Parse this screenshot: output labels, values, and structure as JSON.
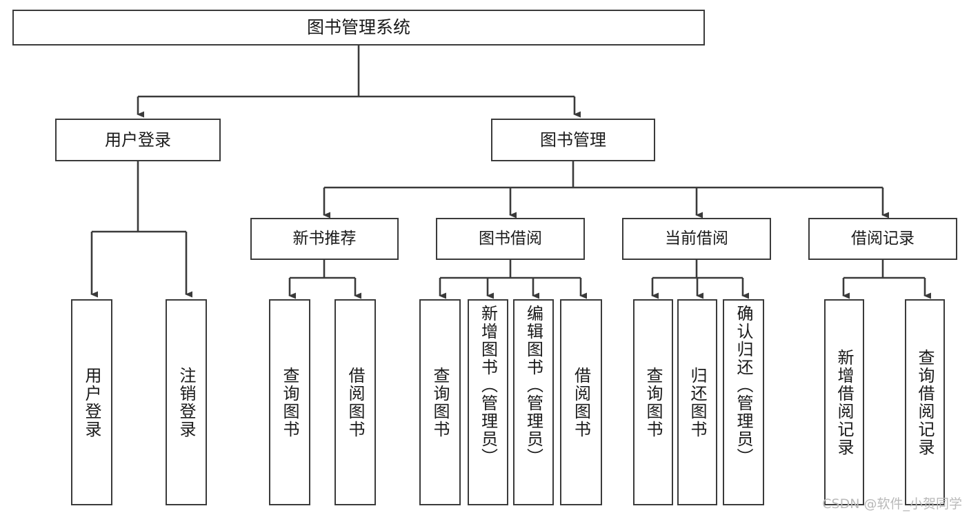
{
  "diagram": {
    "title": "图书管理系统",
    "watermark": "CSDN @软件_小贺同学",
    "line_color": "#3a3a3a",
    "text_color": "#1a1a1a",
    "background_color": "#ffffff",
    "root": {
      "label": "图书管理系统"
    },
    "level1": [
      {
        "label": "用户登录"
      },
      {
        "label": "图书管理"
      }
    ],
    "level2": [
      {
        "label": "新书推荐"
      },
      {
        "label": "图书借阅"
      },
      {
        "label": "当前借阅"
      },
      {
        "label": "借阅记录"
      }
    ],
    "leaves": {
      "user_login": [
        {
          "label": "用户登录"
        },
        {
          "label": "注销登录"
        }
      ],
      "new_book_recommend": [
        {
          "label": "查询图书"
        },
        {
          "label": "借阅图书"
        }
      ],
      "book_borrow": [
        {
          "label": "查询图书"
        },
        {
          "label": "新增图书（管理员）"
        },
        {
          "label": "编辑图书（管理员）"
        },
        {
          "label": "借阅图书"
        }
      ],
      "current_borrow": [
        {
          "label": "查询图书"
        },
        {
          "label": "归还图书"
        },
        {
          "label": "确认归还（管理员）"
        }
      ],
      "borrow_records": [
        {
          "label": "新增借阅记录"
        },
        {
          "label": "查询借阅记录"
        }
      ]
    }
  }
}
